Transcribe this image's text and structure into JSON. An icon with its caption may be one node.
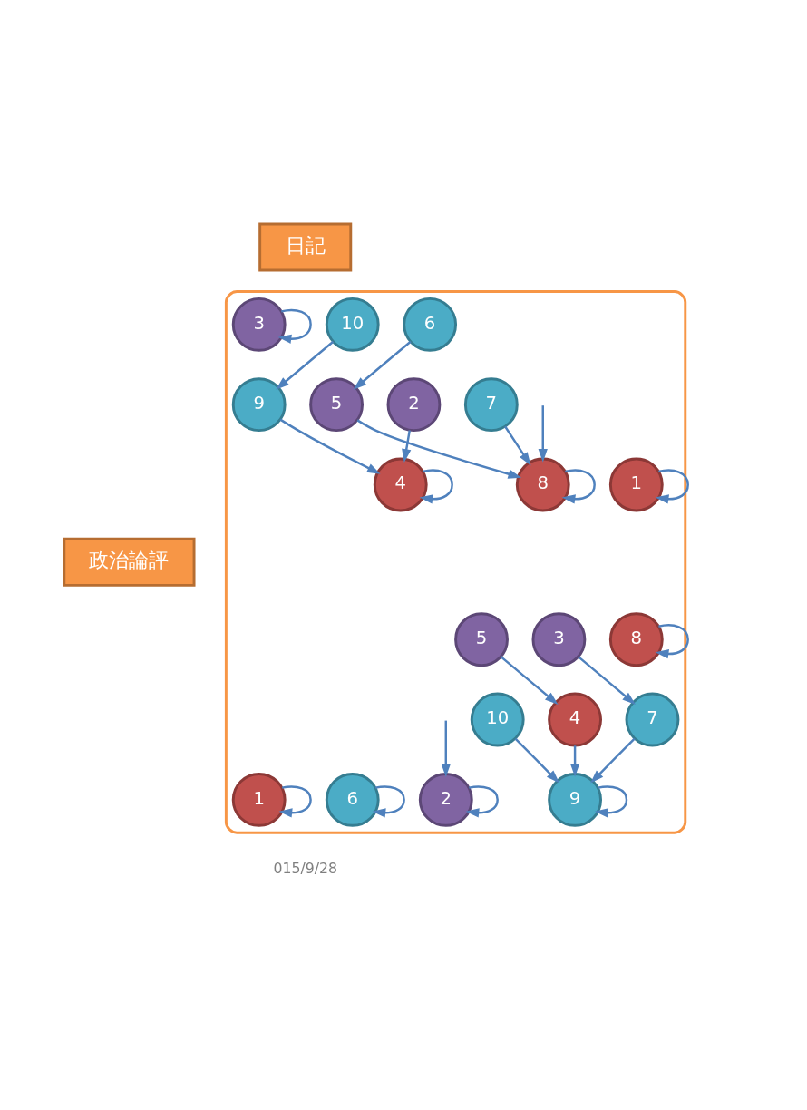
{
  "diagram": {
    "nodes": [
      {
        "text": [],
        "shape": "box"
      },
      {
        "text": [
          "日記"
        ]
      },
      {
        "text": [
          "1"
        ],
        "in": 0
      },
      {
        "text": [
          "2"
        ],
        "in": 0
      },
      {
        "text": [
          "3"
        ],
        "in": 0
      },
      {
        "text": [
          "4"
        ],
        "in": 0
      },
      {
        "text": [
          "5"
        ],
        "in": 0
      },
      {
        "text": [
          "6"
        ],
        "in": 0
      },
      {
        "text": [
          "7"
        ],
        "in": 0
      },
      {
        "text": [
          "8"
        ],
        "in": 0
      },
      {
        "text": [
          "9"
        ],
        "in": 0
      },
      {
        "text": [
          "10"
        ],
        "in": 0
      },
      {
        "text": [
          "政治論評"
        ]
      },
      {
        "text": [
          "1"
        ],
        "in": 0
      },
      {
        "text": [
          "2"
        ],
        "in": 0
      },
      {
        "text": [
          "3"
        ],
        "in": 0
      },
      {
        "text": [
          "4"
        ],
        "in": 0
      },
      {
        "text": [
          "5"
        ],
        "in": 0
      },
      {
        "text": [
          "6"
        ],
        "in": 0
      },
      {
        "text": [
          "7"
        ],
        "in": 0
      },
      {
        "text": [
          "8"
        ],
        "in": 0
      },
      {
        "text": [
          "9"
        ],
        "in": 0
      },
      {
        "text": [
          "10"
        ],
        "in": 0
      }
    ],
    "edges": [
      {
        "from": 2,
        "to": 2,
        "arrow": "to"
      },
      {
        "from": 11,
        "to": 10,
        "arrow": "to"
      },
      {
        "from": 10,
        "to": 5,
        "arrow": "to"
      },
      {
        "from": 3,
        "to": 5,
        "arrow": "to"
      },
      {
        "from": 4,
        "to": 4,
        "arrow": "to"
      },
      {
        "from": 5,
        "to": 5,
        "arrow": "to"
      },
      {
        "from": null,
        "to": 9,
        "arrow": "to"
      },
      {
        "from": 9,
        "to": 9,
        "arrow": "to"
      },
      {
        "from": 6,
        "to": 9,
        "arrow": "to"
      },
      {
        "from": 8,
        "to": 9,
        "arrow": "to"
      },
      {
        "from": 7,
        "to": 6,
        "arrow": "to"
      },
      {
        "from": 13,
        "to": 13,
        "arrow": "to"
      },
      {
        "from": null,
        "to": 14,
        "arrow": "to"
      },
      {
        "from": 14,
        "to": 14,
        "arrow": "to"
      },
      {
        "from": 22,
        "to": 21,
        "arrow": "to"
      },
      {
        "from": 21,
        "to": 21,
        "arrow": "to"
      },
      {
        "from": 16,
        "to": 21,
        "arrow": "to"
      },
      {
        "from": 15,
        "to": 19,
        "arrow": "to"
      },
      {
        "from": 19,
        "to": 21,
        "arrow": "to"
      },
      {
        "from": 20,
        "to": 20,
        "arrow": "to"
      },
      {
        "from": 17,
        "to": 16,
        "arrow": "to"
      },
      {
        "from": 18,
        "to": 18,
        "arrow": "to"
      }
    ],
    "labels": [
      "015/9/28"
    ]
  }
}
